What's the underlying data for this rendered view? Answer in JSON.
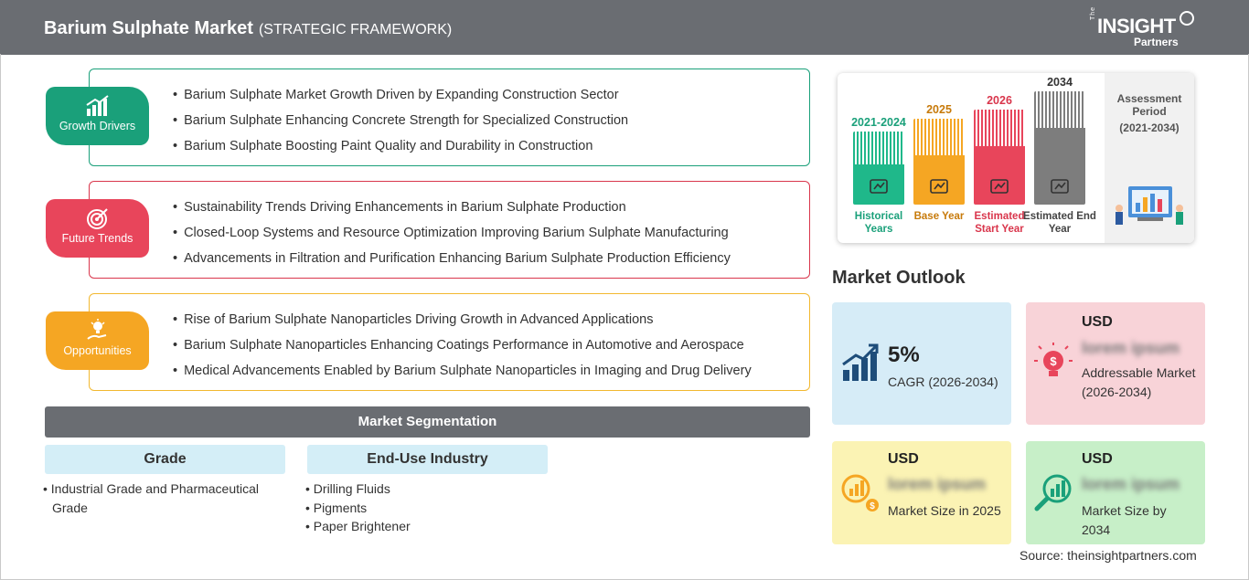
{
  "header": {
    "title": "Barium Sulphate Market",
    "subtitle": "(STRATEGIC FRAMEWORK)"
  },
  "logo": {
    "the": "The",
    "insight": "INSIGHT",
    "partners": "Partners"
  },
  "sections": [
    {
      "tag": "Growth Drivers",
      "color": "#1aa07a",
      "border": "#1aa07a",
      "icon": "bar-chart-icon",
      "items": [
        "Barium Sulphate Market Growth Driven by Expanding Construction Sector",
        "Barium Sulphate Enhancing Concrete Strength for Specialized Construction",
        "Barium Sulphate Boosting Paint Quality and Durability in Construction"
      ]
    },
    {
      "tag": "Future Trends",
      "color": "#e8455b",
      "border": "#d9364c",
      "icon": "target-icon",
      "items": [
        "Sustainability Trends Driving Enhancements in Barium Sulphate Production",
        "Closed-Loop Systems and Resource Optimization Improving Barium Sulphate Manufacturing",
        "Advancements in Filtration and Purification Enhancing Barium Sulphate Production Efficiency"
      ]
    },
    {
      "tag": "Opportunities",
      "color": "#f5a623",
      "border": "#f2b830",
      "icon": "lightbulb-hand-icon",
      "items": [
        "Rise of Barium Sulphate Nanoparticles Driving Growth in Advanced Applications",
        "Barium Sulphate Nanoparticles Enhancing Coatings Performance in Automotive and Aerospace",
        "Medical Advancements Enabled by Barium Sulphate Nanoparticles in Imaging and Drug Delivery"
      ]
    }
  ],
  "segmentation": {
    "title": "Market Segmentation",
    "groups": [
      {
        "heading": "Grade",
        "items": [
          "Industrial Grade and Pharmaceutical Grade"
        ]
      },
      {
        "heading": "End-Use Industry",
        "items": [
          "Drilling Fluids",
          "Pigments",
          "Paper Brightener"
        ]
      }
    ]
  },
  "timeline": {
    "columns": [
      {
        "year": "2021-2024",
        "caption": "Historical Years",
        "color": "#1fb88a",
        "icon": "history-icon"
      },
      {
        "year": "2025",
        "caption": "Base Year",
        "color": "#f5a623",
        "icon": "calendar-icon"
      },
      {
        "year": "2026",
        "caption": "Estimated Start Year",
        "color": "#e8455b",
        "icon": "chart-screen-icon"
      },
      {
        "year": "2034",
        "caption": "Estimated End Year",
        "color": "#7d7d7d",
        "icon": "presentation-icon"
      }
    ],
    "assessment_title": "Assessment Period",
    "assessment_range": "(2021-2034)"
  },
  "outlook": {
    "title": "Market Outlook",
    "cards": [
      {
        "color": "#d6ecf7",
        "value": "5%",
        "label": "CAGR (2026-2034)",
        "icon": "growth-chart-icon"
      },
      {
        "color": "#f8d3d8",
        "currency": "USD",
        "value": "lorem ipsum",
        "label": "Addressable Market (2026-2034)",
        "icon": "dollar-bulb-icon"
      },
      {
        "color": "#fbf3b4",
        "currency": "USD",
        "value": "lorem ipsum",
        "label": "Market Size in 2025",
        "icon": "money-chart-icon"
      },
      {
        "color": "#c7efc8",
        "currency": "USD",
        "value": "lorem ipsum",
        "label": "Market Size by 2034",
        "icon": "chart-magnifier-icon"
      }
    ]
  },
  "source": "Source: theinsightpartners.com"
}
